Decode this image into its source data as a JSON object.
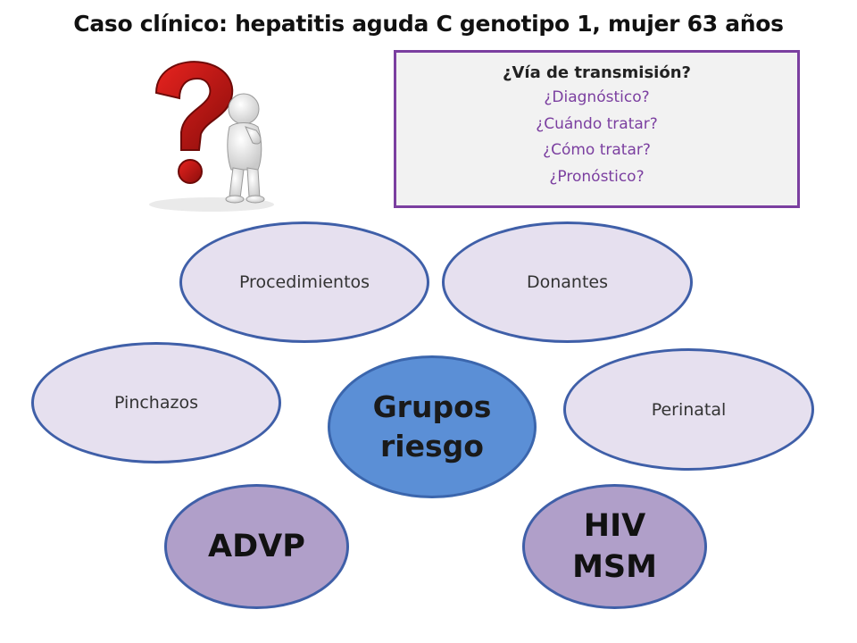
{
  "slide": {
    "title": "Caso clínico: hepatitis aguda C genotipo 1, mujer 63 años"
  },
  "questions": {
    "main": "¿Vía de transmisión?",
    "items": [
      "¿Diagnóstico?",
      "¿Cuándo tratar?",
      "¿Cómo tratar?",
      "¿Pronóstico?"
    ],
    "accent_color": "#7b3fa0"
  },
  "image": {
    "icon": "question-mark-thinking-figure-icon"
  },
  "diagram": {
    "center": "Grupos\nriesgo",
    "nodes": {
      "procedimientos": "Procedimientos",
      "donantes": "Donantes",
      "pinchazos": "Pinchazos",
      "perinatal": "Perinatal",
      "advp": "ADVP",
      "hiv_msm": "HIV\nMSM"
    },
    "colors": {
      "light_fill": "#e6e0ef",
      "center_fill": "#5b8fd6",
      "purple_fill": "#b09fc9",
      "border": "#3f5fa8"
    }
  }
}
